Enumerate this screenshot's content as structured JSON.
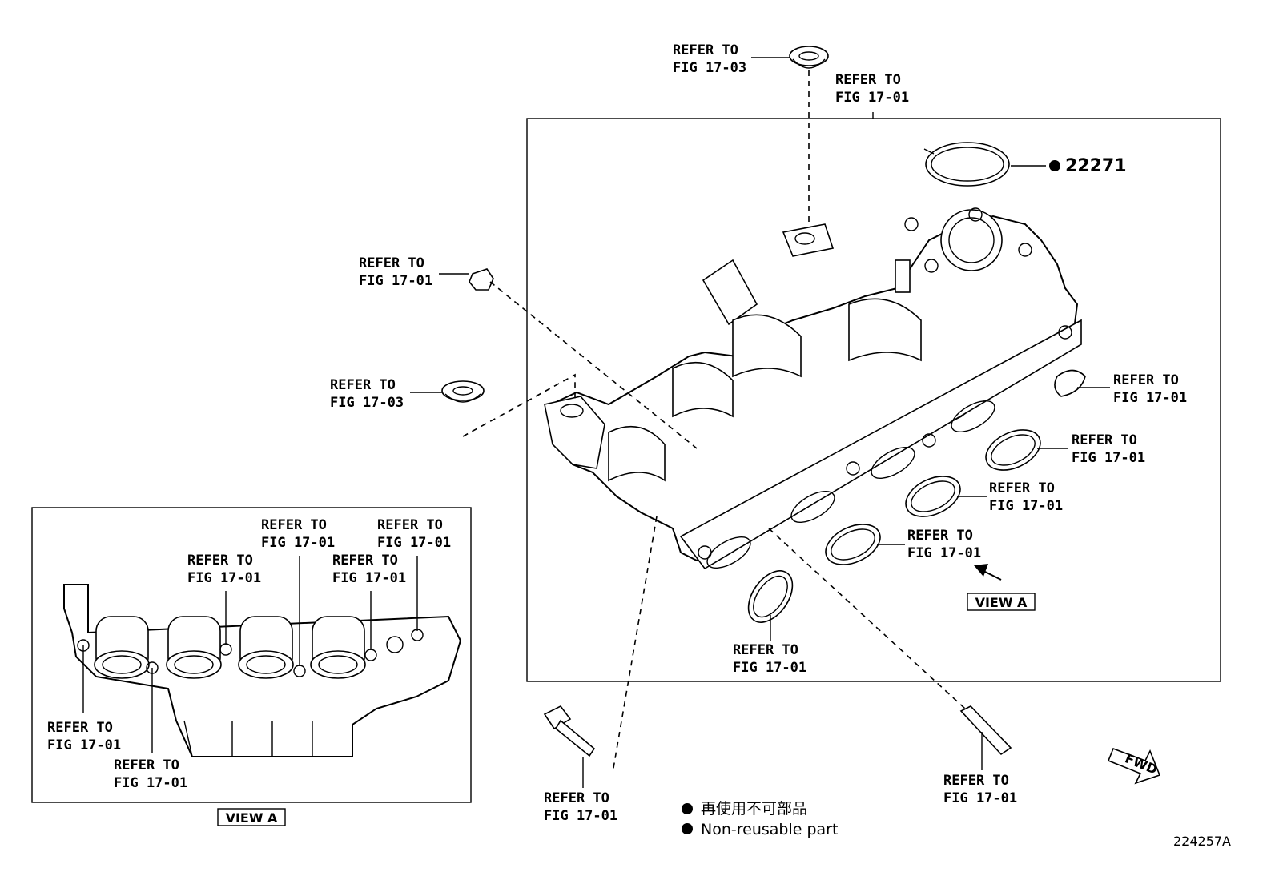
{
  "callouts": {
    "top_gasket_ref": "REFER TO\nFIG 17-03",
    "top_manifold_ref": "REFER TO\nFIG 17-01",
    "nut_ref": "REFER TO\nFIG 17-01",
    "left_grommet_ref": "REFER TO\nFIG 17-03",
    "gasket_ref_1": "REFER TO\nFIG 17-01",
    "gasket_ref_2": "REFER TO\nFIG 17-01",
    "gasket_ref_3": "REFER TO\nFIG 17-01",
    "gasket_ref_4": "REFER TO\nFIG 17-01",
    "gasket_ref_5": "REFER TO\nFIG 17-01",
    "bolt_ref": "REFER TO\nFIG 17-01",
    "stud_ref": "REFER TO\nFIG 17-01",
    "viewa_ref_1": "REFER TO\nFIG 17-01",
    "viewa_ref_2": "REFER TO\nFIG 17-01",
    "viewa_ref_3": "REFER TO\nFIG 17-01",
    "viewa_ref_4": "REFER TO\nFIG 17-01",
    "viewa_ref_5": "REFER TO\nFIG 17-01",
    "viewa_ref_6": "REFER TO\nFIG 17-01"
  },
  "part_number": "22271",
  "view_label": "VIEW A",
  "view_label_inset": "VIEW A",
  "legend": {
    "line1": "再使用不可部品",
    "line2": "Non-reusable part"
  },
  "fwd_label": "FWD",
  "drawing_code": "224257A"
}
